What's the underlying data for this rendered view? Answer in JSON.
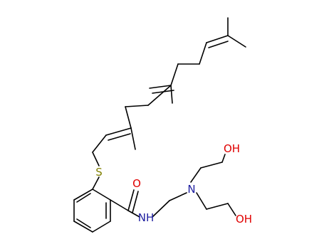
{
  "colors": {
    "bond": "#000000",
    "sulfur": "#808000",
    "oxygen": "#e00000",
    "nitrogen": "#1e1ea0",
    "background": "#ffffff"
  },
  "atoms": {
    "sulfur": "S",
    "carbonyl_oxygen": "O",
    "amide_nitrogen": "NH",
    "amine_nitrogen": "N",
    "hydroxyl_top": "OH",
    "hydroxyl_bottom": "OH"
  }
}
